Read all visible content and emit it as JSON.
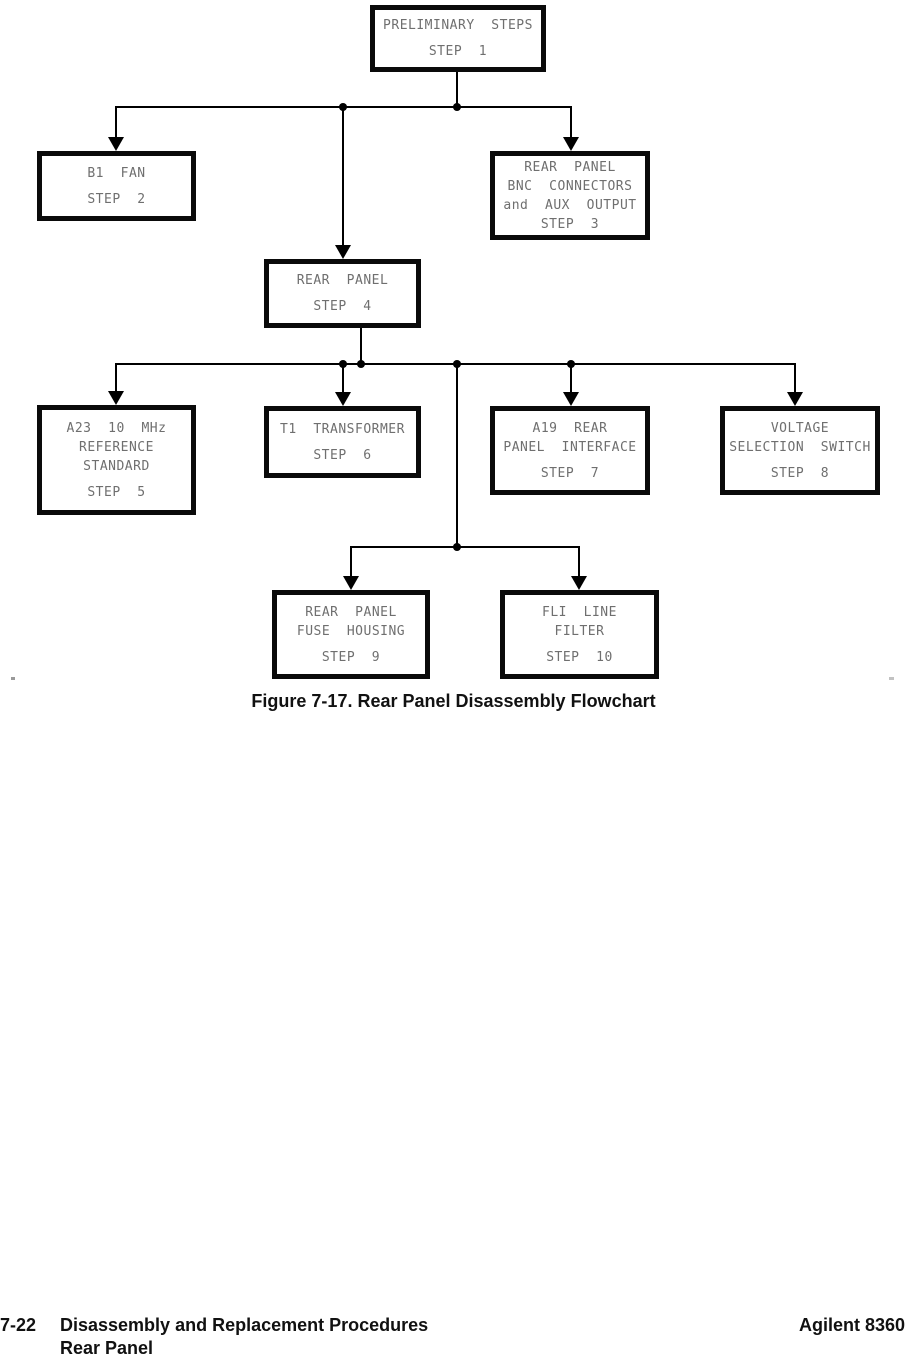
{
  "figure": {
    "caption": "Figure 7-17. Rear Panel Disassembly Flowchart"
  },
  "flowchart": {
    "boxes": [
      {
        "name": "preliminary-steps",
        "body": "PRELIMINARY  STEPS",
        "step": "STEP  1"
      },
      {
        "name": "b1-fan",
        "body": "B1  FAN",
        "step": "STEP  2"
      },
      {
        "name": "rear-panel-bnc",
        "body": "REAR  PANEL\nBNC  CONNECTORS\nand  AUX  OUTPUT",
        "step": "STEP  3"
      },
      {
        "name": "rear-panel",
        "body": "REAR  PANEL",
        "step": "STEP  4"
      },
      {
        "name": "a23-reference",
        "body": "A23  10  MHz\nREFERENCE\nSTANDARD",
        "step": "STEP  5"
      },
      {
        "name": "t1-transformer",
        "body": "T1  TRANSFORMER",
        "step": "STEP  6"
      },
      {
        "name": "a19-interface",
        "body": "A19  REAR\nPANEL  INTERFACE",
        "step": "STEP  7"
      },
      {
        "name": "voltage-switch",
        "body": "VOLTAGE\nSELECTION  SWITCH",
        "step": "STEP  8"
      },
      {
        "name": "fuse-housing",
        "body": "REAR  PANEL\nFUSE  HOUSING",
        "step": "STEP  9"
      },
      {
        "name": "fli-line-filter",
        "body": "FLI  LINE\nFILTER",
        "step": "STEP  10"
      }
    ]
  },
  "footer": {
    "page_number": "7-22",
    "section": "Disassembly and Replacement Procedures",
    "subsection": "Rear Panel",
    "product": "Agilent 8360"
  },
  "colors": {
    "box_border": "#0a0a0a",
    "box_text": "#6f6f6f",
    "line": "#000000"
  }
}
